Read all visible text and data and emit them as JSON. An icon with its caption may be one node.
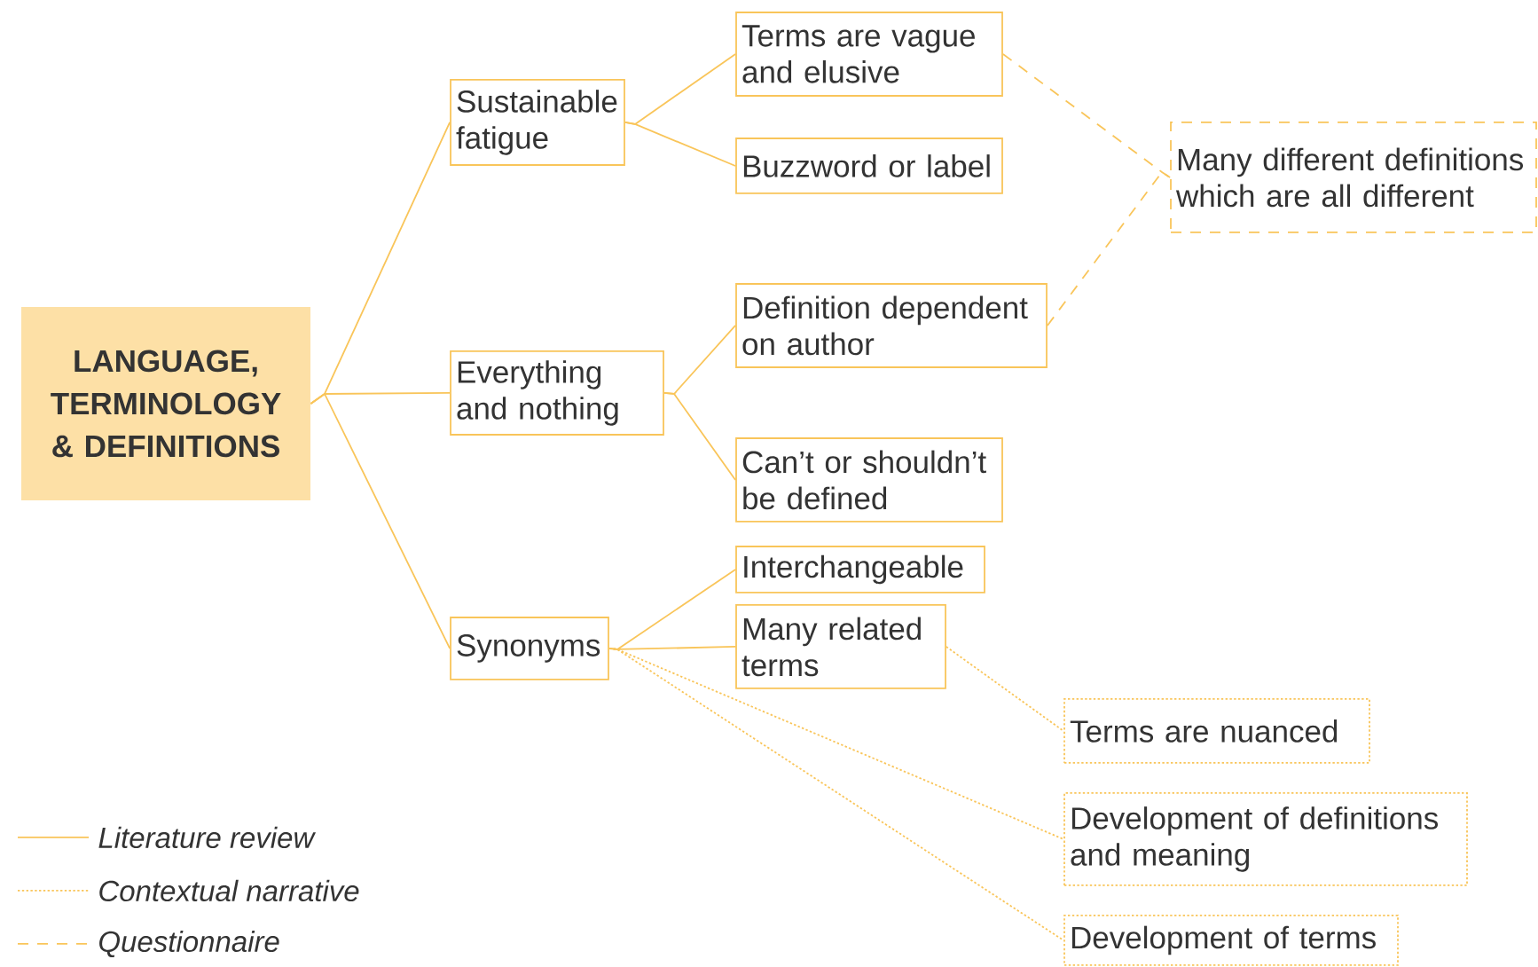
{
  "diagram": {
    "nodes": [
      {
        "text": [
          "LANGUAGE, TERMINOLOGY & DEFINITIONS"
        ]
      },
      {
        "text": [
          "Sustainable fatigue"
        ]
      },
      {
        "text": [
          "Everything and nothing"
        ]
      },
      {
        "text": [
          "Synonyms"
        ]
      },
      {
        "text": [
          "Terms are vague and elusive"
        ]
      },
      {
        "text": [
          "Buzzword or label"
        ]
      },
      {
        "text": [
          "Definition dependent on author"
        ]
      },
      {
        "text": [
          "Can’t or shouldn’t be defined"
        ]
      },
      {
        "text": [
          "Interchangeable"
        ]
      },
      {
        "text": [
          "Many related terms"
        ]
      },
      {
        "text": [
          "Many different definitions which are all different"
        ]
      },
      {
        "text": [
          "Terms are nuanced"
        ]
      },
      {
        "text": [
          "Development of definitions and meaning"
        ]
      },
      {
        "text": [
          "Development of terms"
        ]
      }
    ],
    "edges": [
      {
        "from": 0,
        "to": 1,
        "arrow": "none"
      },
      {
        "from": 0,
        "to": 2,
        "arrow": "none"
      },
      {
        "from": 0,
        "to": 3,
        "arrow": "none"
      },
      {
        "from": 1,
        "to": 4,
        "arrow": "none"
      },
      {
        "from": 1,
        "to": 5,
        "arrow": "none"
      },
      {
        "from": 2,
        "to": 6,
        "arrow": "none"
      },
      {
        "from": 2,
        "to": 7,
        "arrow": "none"
      },
      {
        "from": 3,
        "to": 8,
        "arrow": "none"
      },
      {
        "from": 3,
        "to": 9,
        "arrow": "none"
      },
      {
        "from": 4,
        "to": 10,
        "arrow": "none",
        "style": "dashed"
      },
      {
        "from": 6,
        "to": 10,
        "arrow": "none",
        "style": "dashed"
      },
      {
        "from": 9,
        "to": 11,
        "arrow": "none",
        "style": "dashed"
      },
      {
        "from": 3,
        "to": 12,
        "arrow": "none",
        "style": "dashed"
      },
      {
        "from": 3,
        "to": 13,
        "arrow": "none",
        "style": "dashed"
      }
    ],
    "legend": [
      {
        "text": "Literature review"
      },
      {
        "text": "Contextual narrative"
      },
      {
        "text": "Questionnaire"
      }
    ]
  }
}
